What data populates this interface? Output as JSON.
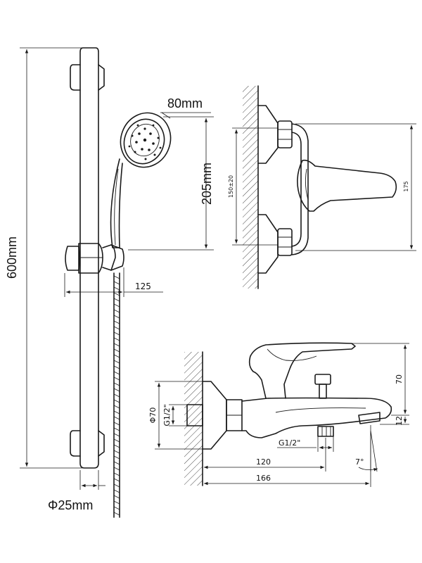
{
  "shower_set": {
    "height_label": "600mm",
    "head_diameter_label": "80mm",
    "head_height_label": "205mm",
    "arm_label": "125",
    "rail_diameter_label": "Φ25mm"
  },
  "top_view": {
    "inlet_spacing_label": "150±20",
    "depth_label": "175"
  },
  "side_view": {
    "body_height_label": "70",
    "flange_label": "Φ70",
    "inlet_thread_label": "G1/2\"",
    "outlet_thread_label": "G1/2\"",
    "spout_height_label": "12",
    "outlet_distance_label": "120",
    "spout_length_label": "166",
    "angle_label": "7°"
  }
}
